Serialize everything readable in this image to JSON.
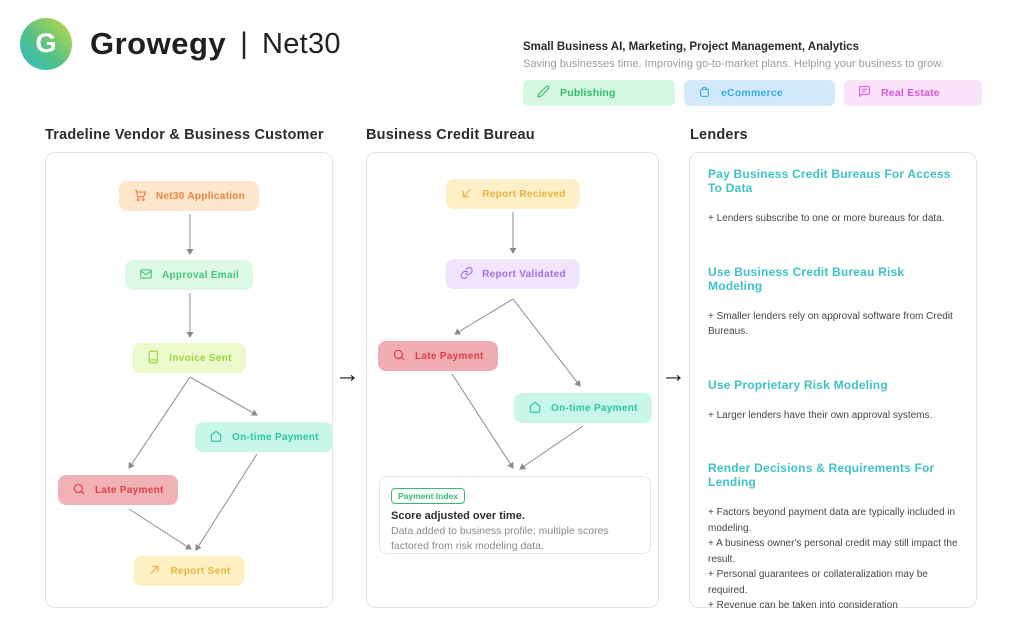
{
  "header": {
    "logo_letter": "G",
    "brand": "Growegy",
    "divider": "|",
    "product": "Net30",
    "tagline": "Small Business AI, Marketing, Project Management, Analytics",
    "subtitle": "Saving businesses time. Improving go-to-market plans. Helping your business to grow.",
    "tags": [
      {
        "label": "Publishing",
        "icon": "pencil-icon",
        "bg": "#d6f7e1",
        "color": "#2ebf68"
      },
      {
        "label": "eCommerce",
        "icon": "shopping-bag-icon",
        "bg": "#d2eafb",
        "color": "#38a9e9"
      },
      {
        "label": "Real Estate",
        "icon": "message-square-icon",
        "bg": "#fae2f9",
        "color": "#d55ad9"
      }
    ]
  },
  "flow_arrow": "→",
  "arrow_color": "#8a8a8e",
  "columns": [
    {
      "title": "Tradeline Vendor & Business Customer",
      "nodes": [
        {
          "label": "Net30 Application",
          "icon": "cart-icon",
          "bg": "#fde7cc",
          "color": "#f0823e"
        },
        {
          "label": "Approval Email",
          "icon": "mail-icon",
          "bg": "#ddf9e6",
          "color": "#44c677"
        },
        {
          "label": "Invoice Sent",
          "icon": "book-icon",
          "bg": "#ecf9cd",
          "color": "#9cd43e"
        },
        {
          "label": "On-time Payment",
          "icon": "home-icon",
          "bg": "#c8f6e9",
          "color": "#2cc6a2"
        },
        {
          "label": "Late Payment",
          "icon": "search-icon",
          "bg": "#f1b2b6",
          "color": "#e03d47"
        },
        {
          "label": "Report Sent",
          "icon": "arrow-up-right-icon",
          "bg": "#fdf0c3",
          "color": "#eab440"
        }
      ]
    },
    {
      "title": "Business Credit Bureau",
      "nodes": [
        {
          "label": "Report Recieved",
          "icon": "arrow-down-left-icon",
          "bg": "#fdf0c6",
          "color": "#ecb13e"
        },
        {
          "label": "Report Validated",
          "icon": "link-icon",
          "bg": "#f0e5fd",
          "color": "#a76de9"
        },
        {
          "label": "Late Payment",
          "icon": "search-icon",
          "bg": "#f0adb2",
          "color": "#e03c46"
        },
        {
          "label": "On-time Payment",
          "icon": "home-icon",
          "bg": "#c8f6e9",
          "color": "#2cc6a2"
        }
      ],
      "card": {
        "badge": "Payment Index",
        "badge_color": "#33bd6b",
        "title": "Score adjusted over time.",
        "body": "Data added to business profile; multiple scores factored from risk modeling data."
      }
    },
    {
      "title": "Lenders",
      "heading_color": "#3fc2c6",
      "sections": [
        {
          "heading": "Pay Business Credit Bureaus For Access To Data",
          "bullets": [
            "+  Lenders subscribe to one or more bureaus for data."
          ]
        },
        {
          "heading": "Use Business Credit Bureau Risk Modeling",
          "bullets": [
            "+  Smaller lenders rely on approval software from Credit Bureaus."
          ]
        },
        {
          "heading": "Use Proprietary Risk Modeling",
          "bullets": [
            "+  Larger lenders have their own approval systems."
          ]
        },
        {
          "heading": "Render Decisions & Requirements For Lending",
          "bullets": [
            "+ Factors beyond payment data are typically included in modeling.",
            "+ A business owner's personal credit may still impact the result.",
            "+ Personal guarantees or collateralization may be required.",
            "+ Revenue can be taken into consideration"
          ]
        }
      ]
    }
  ]
}
